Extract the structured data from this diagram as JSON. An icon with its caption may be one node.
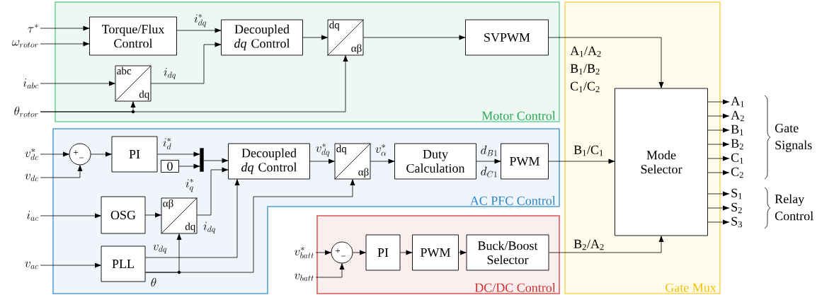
{
  "diagram": {
    "nodes": [
      {
        "text": [
          "Motor Control"
        ]
      },
      {
        "text": [
          "AC PFC Control"
        ]
      },
      {
        "text": [
          "DC/DC Control"
        ]
      },
      {
        "text": [
          "Gate Mux"
        ]
      },
      {
        "text": [
          "\\tau^{*}"
        ]
      },
      {
        "text": [
          "\\omega_{rotor}"
        ]
      },
      {
        "text": [
          "i_{abc}"
        ]
      },
      {
        "text": [
          "\\theta_{rotor}"
        ]
      },
      {
        "text": [
          "Torque/Flux Control"
        ],
        "in": 0
      },
      {
        "text": [
          "Decoupled *dq* Control"
        ],
        "in": 0
      },
      {
        "text": [
          "dq",
          "αβ"
        ],
        "in": 0
      },
      {
        "text": [
          "SVPWM"
        ],
        "in": 0
      },
      {
        "text": [
          "abc",
          "dq"
        ],
        "in": 0
      },
      {
        "text": [
          "v_{dc}^{*}"
        ]
      },
      {
        "text": [
          "v_{dc}"
        ]
      },
      {
        "text": [
          "i_{ac}"
        ]
      },
      {
        "text": [
          "v_{ac}"
        ]
      },
      {
        "text": [
          "+",
          "−"
        ],
        "in": 1
      },
      {
        "text": [
          "PI"
        ],
        "in": 1
      },
      {
        "text": [
          "0"
        ],
        "in": 1
      },
      {
        "text": [],
        "shape": "bar",
        "in": 1
      },
      {
        "text": [
          "Decoupled *dq* Control"
        ],
        "in": 1
      },
      {
        "text": [
          "dq",
          "αβ"
        ],
        "in": 1
      },
      {
        "text": [
          "Duty Calculation"
        ],
        "in": 1
      },
      {
        "text": [
          "PWM"
        ],
        "in": 1
      },
      {
        "text": [
          "OSG"
        ],
        "in": 1
      },
      {
        "text": [
          "αβ",
          "dq"
        ],
        "in": 1
      },
      {
        "text": [
          "PLL"
        ],
        "in": 1
      },
      {
        "text": [
          "v_{batt}^{*}"
        ]
      },
      {
        "text": [
          "v_{batt}"
        ]
      },
      {
        "text": [
          "+",
          "−"
        ],
        "in": 2
      },
      {
        "text": [
          "PI"
        ],
        "in": 2
      },
      {
        "text": [
          "PWM"
        ],
        "in": 2
      },
      {
        "text": [
          "Buck/Boost Selector"
        ],
        "in": 2
      },
      {
        "text": [
          "Mode Selector"
        ],
        "in": 3
      },
      {
        "text": [
          "A$_{1}$"
        ]
      },
      {
        "text": [
          "A$_{2}$"
        ]
      },
      {
        "text": [
          "B$_{1}$"
        ]
      },
      {
        "text": [
          "B$_{2}$"
        ]
      },
      {
        "text": [
          "C$_{1}$"
        ]
      },
      {
        "text": [
          "C$_{2}$"
        ]
      },
      {
        "text": [
          "S$_{1}$"
        ]
      },
      {
        "text": [
          "S$_{2}$"
        ]
      },
      {
        "text": [
          "S$_{3}$"
        ]
      }
    ],
    "edges": [
      {
        "from": 4,
        "to": 8,
        "arrow": "to"
      },
      {
        "from": 5,
        "to": 8,
        "arrow": "to"
      },
      {
        "from": 6,
        "to": 12,
        "arrow": "to"
      },
      {
        "from": 7,
        "to": 12,
        "arrow": "to"
      },
      {
        "from": 7,
        "to": 10,
        "arrow": "to"
      },
      {
        "from": 8,
        "to": 9,
        "arrow": "to",
        "label": "i_{dq}^{*}"
      },
      {
        "from": 12,
        "to": 9,
        "arrow": "to",
        "label": "i_{dq}"
      },
      {
        "from": 9,
        "to": 10,
        "arrow": "to"
      },
      {
        "from": 10,
        "to": 11,
        "arrow": "to"
      },
      {
        "from": 11,
        "to": 34,
        "arrow": "to",
        "label": "A$_{1}$/A$_{2}$ B$_{1}$/B$_{2}$ C$_{1}$/C$_{2}$"
      },
      {
        "from": 13,
        "to": 17,
        "arrow": "to"
      },
      {
        "from": 14,
        "to": 17,
        "arrow": "to"
      },
      {
        "from": 17,
        "to": 18,
        "arrow": "to"
      },
      {
        "from": 18,
        "to": 20,
        "arrow": "to",
        "label": "i_{d}^{*}"
      },
      {
        "from": 19,
        "to": 20,
        "arrow": "to",
        "label": "i_{q}^{*}"
      },
      {
        "from": 20,
        "to": 21,
        "arrow": "to"
      },
      {
        "from": 26,
        "to": 21,
        "arrow": "to",
        "label": "i_{dq}"
      },
      {
        "from": 27,
        "to": 21,
        "arrow": "to",
        "label": "v_{dq}"
      },
      {
        "from": 27,
        "to": 26,
        "arrow": "to",
        "label": "\\theta"
      },
      {
        "from": 27,
        "to": 22,
        "arrow": "to"
      },
      {
        "from": 15,
        "to": 25,
        "arrow": "to"
      },
      {
        "from": 25,
        "to": 26,
        "arrow": "to"
      },
      {
        "from": 16,
        "to": 27,
        "arrow": "to"
      },
      {
        "from": 21,
        "to": 22,
        "arrow": "to",
        "label": "v_{dq}^{*}"
      },
      {
        "from": 22,
        "to": 23,
        "arrow": "to",
        "label": "v_{\\alpha}^{*}"
      },
      {
        "from": 23,
        "to": 24,
        "arrow": "to",
        "label": "d_{B1}"
      },
      {
        "from": 24,
        "to": 34,
        "arrow": "to",
        "label": "B$_{1}$/C$_{1}$"
      },
      {
        "from": 28,
        "to": 30,
        "arrow": "to"
      },
      {
        "from": 29,
        "to": 30,
        "arrow": "to"
      },
      {
        "from": 30,
        "to": 31,
        "arrow": "to"
      },
      {
        "from": 31,
        "to": 32,
        "arrow": "to"
      },
      {
        "from": 32,
        "to": 33,
        "arrow": "to"
      },
      {
        "from": 33,
        "to": 34,
        "arrow": "to",
        "label": "B$_{2}$/A$_{2}$"
      },
      {
        "from": 34,
        "to": 35,
        "arrow": "to"
      },
      {
        "from": 34,
        "to": 36,
        "arrow": "to"
      },
      {
        "from": 34,
        "to": 37,
        "arrow": "to"
      },
      {
        "from": 34,
        "to": 38,
        "arrow": "to"
      },
      {
        "from": 34,
        "to": 39,
        "arrow": "to"
      },
      {
        "from": 34,
        "to": 40,
        "arrow": "to"
      },
      {
        "from": 34,
        "to": 41,
        "arrow": "to"
      },
      {
        "from": 34,
        "to": 42,
        "arrow": "to"
      },
      {
        "from": 34,
        "to": 43,
        "arrow": "to"
      }
    ],
    "labels": [
      "d_{C1}",
      "Gate Signals",
      "Relay Control"
    ]
  }
}
